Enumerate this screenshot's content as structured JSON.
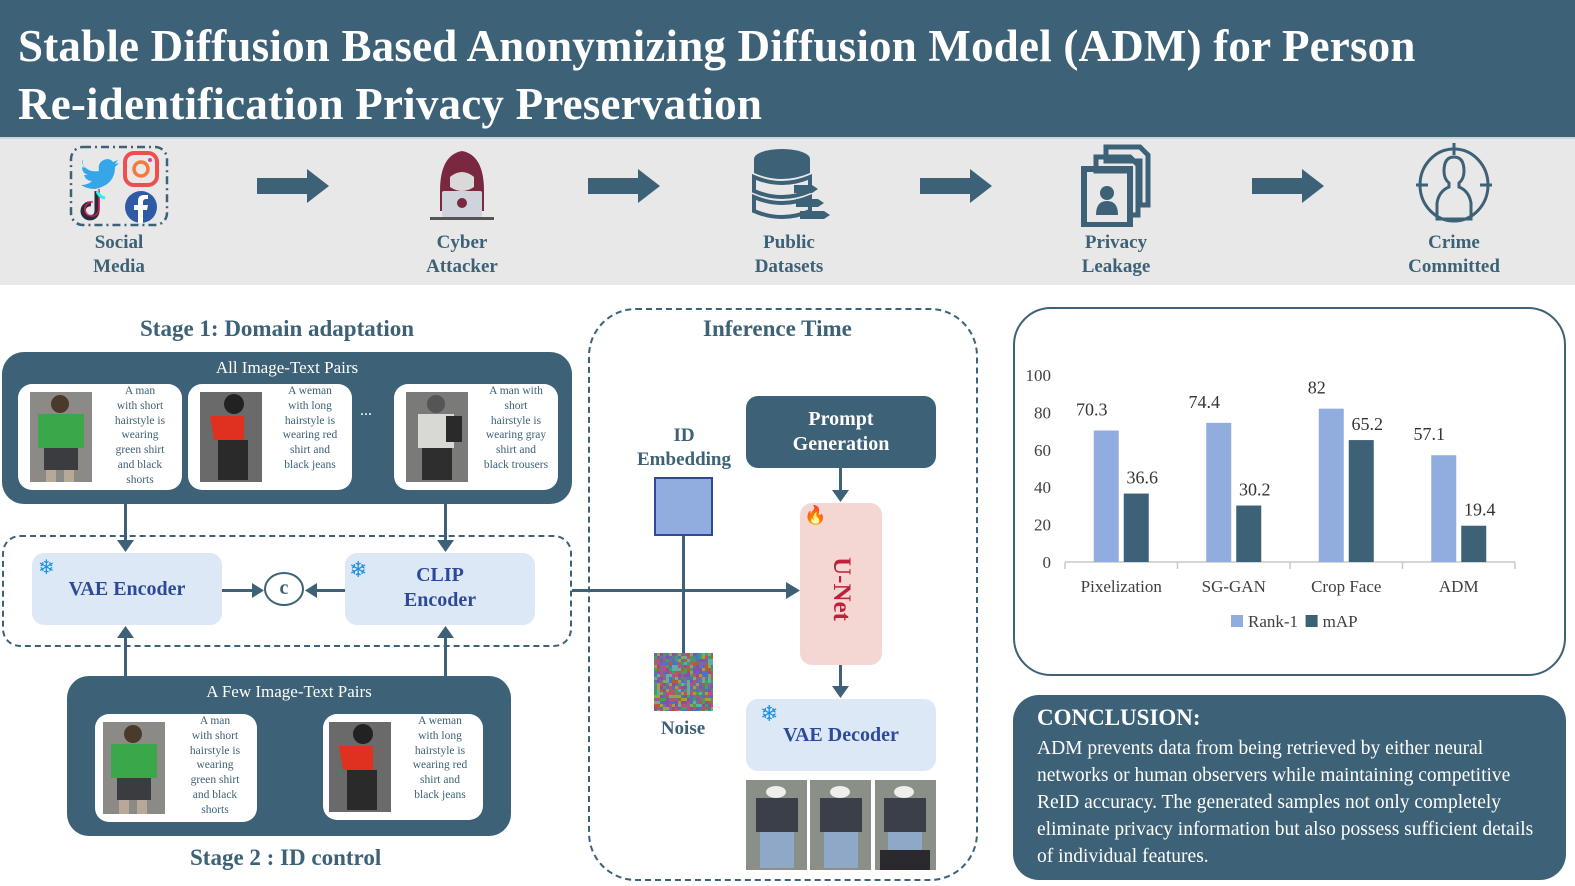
{
  "header": {
    "title_line1": "Stable Diffusion Based Anonymizing Diffusion Model (ADM) for Person",
    "title_line2": "Re-identification Privacy Preservation"
  },
  "pipeline": {
    "steps": [
      {
        "label_1": "Social",
        "label_2": "Media",
        "icon": "social-media-icons"
      },
      {
        "label_1": "Cyber",
        "label_2": "Attacker",
        "icon": "hacker-icon"
      },
      {
        "label_1": "Public",
        "label_2": "Datasets",
        "icon": "database-icon"
      },
      {
        "label_1": "Privacy",
        "label_2": "Leakage",
        "icon": "id-documents-icon"
      },
      {
        "label_1": "Crime",
        "label_2": "Committed",
        "icon": "target-person-icon"
      }
    ]
  },
  "stage1": {
    "title": "Stage 1:  Domain adaptation",
    "box_caption": "All Image-Text Pairs",
    "ellipsis": "...",
    "pairs": [
      {
        "lines": [
          "A man",
          "with short",
          "hairstyle is",
          "wearing",
          "green shirt",
          "and black",
          "shorts"
        ]
      },
      {
        "lines": [
          "A weman",
          "with long",
          "hairstyle is",
          "wearing red",
          "shirt and",
          "black jeans"
        ]
      },
      {
        "lines": [
          "A man with",
          "short",
          "hairstyle is",
          "wearing gray",
          "shirt and",
          "black trousers"
        ]
      }
    ]
  },
  "encoders": {
    "vae": "VAE Encoder",
    "clip_1": "CLIP",
    "clip_2": "Encoder",
    "concat": "c"
  },
  "stage2": {
    "title": "Stage 2 :  ID control",
    "box_caption": "A Few Image-Text Pairs",
    "pairs": [
      {
        "lines": [
          "A man",
          "with short",
          "hairstyle is",
          "wearing",
          "green shirt",
          "and black",
          "shorts"
        ]
      },
      {
        "lines": [
          "A weman",
          "with long",
          "hairstyle is",
          "wearing red",
          "shirt and",
          "black jeans"
        ]
      }
    ]
  },
  "inference": {
    "title": "Inference Time",
    "id_embedding_1": "ID",
    "id_embedding_2": "Embedding",
    "prompt_1": "Prompt",
    "prompt_2": "Generation",
    "unet": "U-Net",
    "noise": "Noise",
    "vae_decoder": "VAE Decoder"
  },
  "conclusion": {
    "heading": "CONCLUSION:",
    "body": "ADM prevents data from being retrieved by either neural networks or human observers while maintaining competitive ReID accuracy. The generated samples not only completely eliminate privacy information but also possess sufficient details of individual features."
  },
  "colors": {
    "primary": "#3d6176",
    "rank1": "#91acdf",
    "map": "#3d6176",
    "unet_bg": "#f4d7d3",
    "unet_text": "#c0203a",
    "encoder_bg": "#dce8f5",
    "encoder_text": "#2e4a97",
    "snowflake": "#1e90e0"
  },
  "chart_data": {
    "type": "bar",
    "title": "",
    "xlabel": "",
    "ylabel": "",
    "categories": [
      "Pixelization",
      "SG-GAN",
      "Crop Face",
      "ADM"
    ],
    "series": [
      {
        "name": "Rank-1",
        "values": [
          70.3,
          74.4,
          82,
          57.1
        ]
      },
      {
        "name": "mAP",
        "values": [
          36.6,
          30.2,
          65.2,
          19.4
        ]
      }
    ],
    "ylim": [
      0,
      100
    ],
    "yticks": [
      0,
      20,
      40,
      60,
      80,
      100
    ],
    "grid": false,
    "legend": "bottom",
    "data_labels": true
  }
}
